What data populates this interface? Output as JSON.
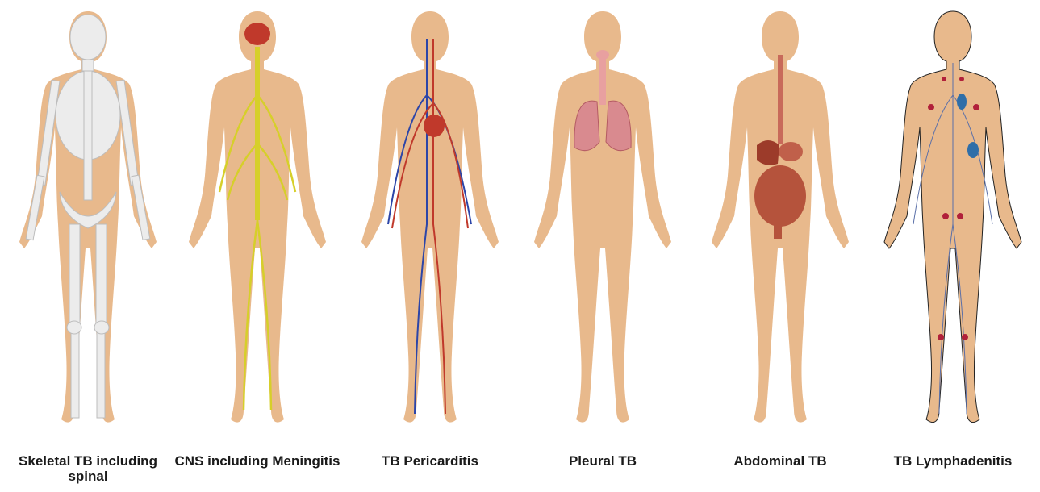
{
  "colors": {
    "skin": "#e8b98c",
    "bone": "#eaeaea",
    "nerve": "#d6cf2a",
    "artery": "#c0392b",
    "vein": "#2c45a8",
    "lung": "#d98a8f",
    "gut": "#b5533c",
    "lymph_body": "#f6d5dc",
    "lymph_node": "#b1203a",
    "spleen": "#2f6ea8"
  },
  "panels": [
    {
      "id": "skeletal",
      "label": "Skeletal TB including spinal"
    },
    {
      "id": "cns",
      "label": "CNS including Meningitis"
    },
    {
      "id": "pericarditis",
      "label": "TB Pericarditis"
    },
    {
      "id": "pleural",
      "label": "Pleural TB"
    },
    {
      "id": "abdominal",
      "label": "Abdominal TB"
    },
    {
      "id": "lymphadenitis",
      "label": "TB Lymphadenitis"
    }
  ]
}
